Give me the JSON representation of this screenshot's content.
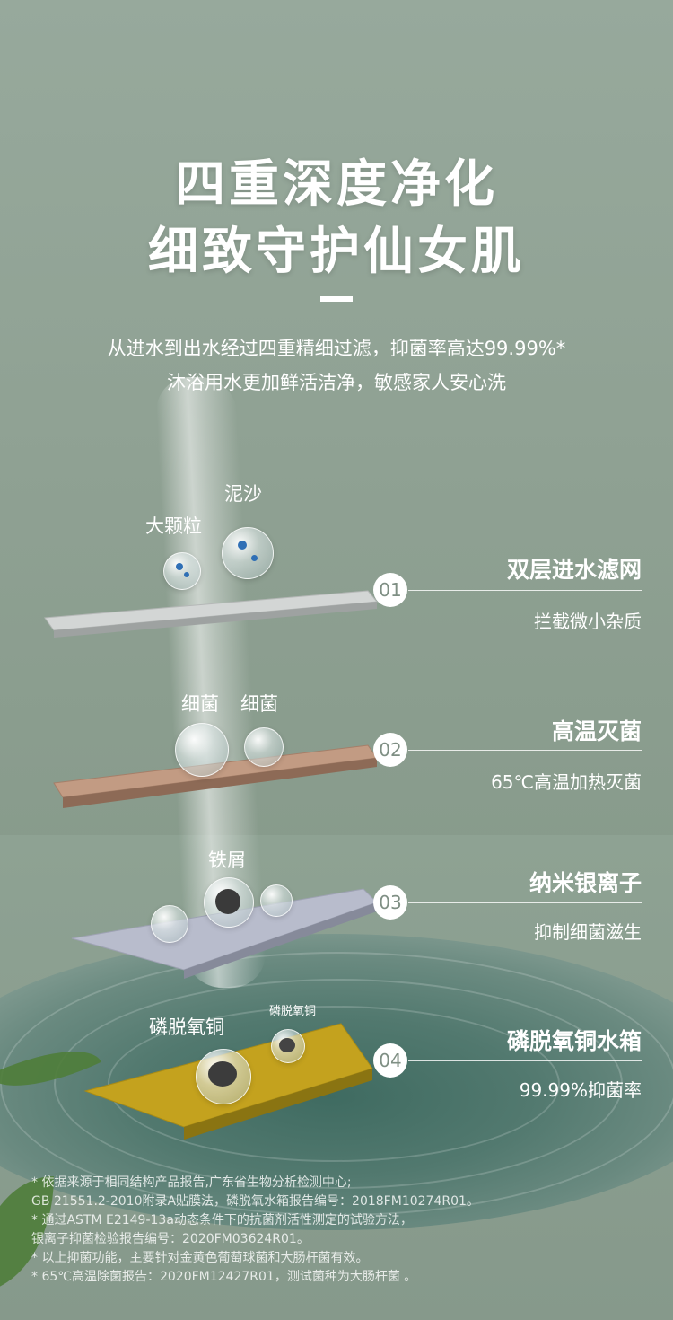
{
  "header": {
    "title_line1": "四重深度净化",
    "title_line2": "细致守护仙女肌",
    "subtitle_line1": "从进水到出水经过四重精细过滤，抑菌率高达99.99%*",
    "subtitle_line2": "沐浴用水更加鲜活洁净，敏感家人安心洗"
  },
  "layers": [
    {
      "num": "01",
      "title": "双层进水滤网",
      "desc": "拦截微小杂质",
      "plate_color": "#c9cccb"
    },
    {
      "num": "02",
      "title": "高温灭菌",
      "desc": "65℃高温加热灭菌",
      "plate_color": "#b08a73"
    },
    {
      "num": "03",
      "title": "纳米银离子",
      "desc": "抑制细菌滋生",
      "plate_color": "#a9adbf"
    },
    {
      "num": "04",
      "title": "磷脱氧铜水箱",
      "desc": "99.99%抑菌率",
      "plate_color": "#b59a1e"
    }
  ],
  "particles": {
    "sand": "泥沙",
    "large_particle": "大颗粒",
    "bacteria_a": "细菌",
    "bacteria_b": "细菌",
    "iron": "铁屑",
    "copper_a": "磷脱氧铜",
    "copper_b": "磷脱氧铜"
  },
  "footnotes": [
    "* 依据来源于相同结构产品报告,广东省生物分析检测中心;",
    "GB 21551.2-2010附录A贴膜法，磷脱氧水箱报告编号：2018FM10274R01。",
    "* 通过ASTM E2149-13a动态条件下的抗菌剂活性测定的试验方法，",
    "银离子抑菌检验报告编号：2020FM03624R01。",
    "* 以上抑菌功能，主要针对金黄色葡萄球菌和大肠杆菌有效。",
    "* 65℃高温除菌报告：2020FM12427R01，测试菌种为大肠杆菌 。"
  ]
}
